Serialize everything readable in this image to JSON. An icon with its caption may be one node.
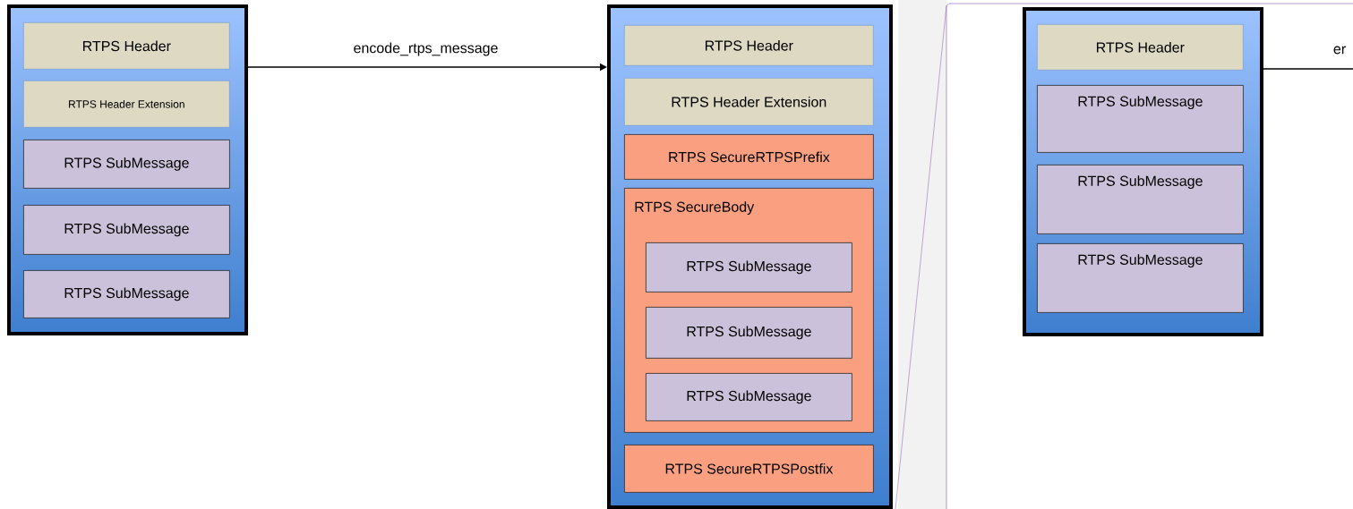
{
  "diagram": {
    "nodes": [
      {
        "text": [],
        "shape": "box"
      },
      {
        "text": [
          "RTPS Header"
        ],
        "in": 0
      },
      {
        "text": [
          "RTPS Header Extension"
        ],
        "in": 0
      },
      {
        "text": [
          "RTPS SubMessage"
        ],
        "in": 0
      },
      {
        "text": [
          "RTPS SubMessage"
        ],
        "in": 0
      },
      {
        "text": [
          "RTPS SubMessage"
        ],
        "in": 0
      },
      {
        "text": [],
        "shape": "box"
      },
      {
        "text": [
          "RTPS Header"
        ],
        "in": 6
      },
      {
        "text": [
          "RTPS Header Extension"
        ],
        "in": 6
      },
      {
        "text": [
          "RTPS SecureRTPSPrefix"
        ],
        "in": 6
      },
      {
        "text": [
          "RTPS SecureBody"
        ],
        "in": 6
      },
      {
        "text": [
          "RTPS SubMessage"
        ],
        "in": 10
      },
      {
        "text": [
          "RTPS SubMessage"
        ],
        "in": 10
      },
      {
        "text": [
          "RTPS SubMessage"
        ],
        "in": 10
      },
      {
        "text": [
          "RTPS SecureRTPSPostfix"
        ],
        "in": 6
      },
      {
        "text": [],
        "shape": "box"
      },
      {
        "text": [
          "RTPS Header"
        ],
        "in": 15
      },
      {
        "text": [
          "RTPS SubMessage"
        ],
        "in": 15
      },
      {
        "text": [
          "RTPS SubMessage"
        ],
        "in": 15
      },
      {
        "text": [
          "RTPS SubMessage"
        ],
        "in": 15
      }
    ],
    "edges": [
      {
        "from": 0,
        "to": 6,
        "arrow": "to",
        "label": "encode_rtps_message"
      },
      {
        "from": 15,
        "to": null,
        "arrow": "none",
        "label": "er"
      }
    ]
  }
}
